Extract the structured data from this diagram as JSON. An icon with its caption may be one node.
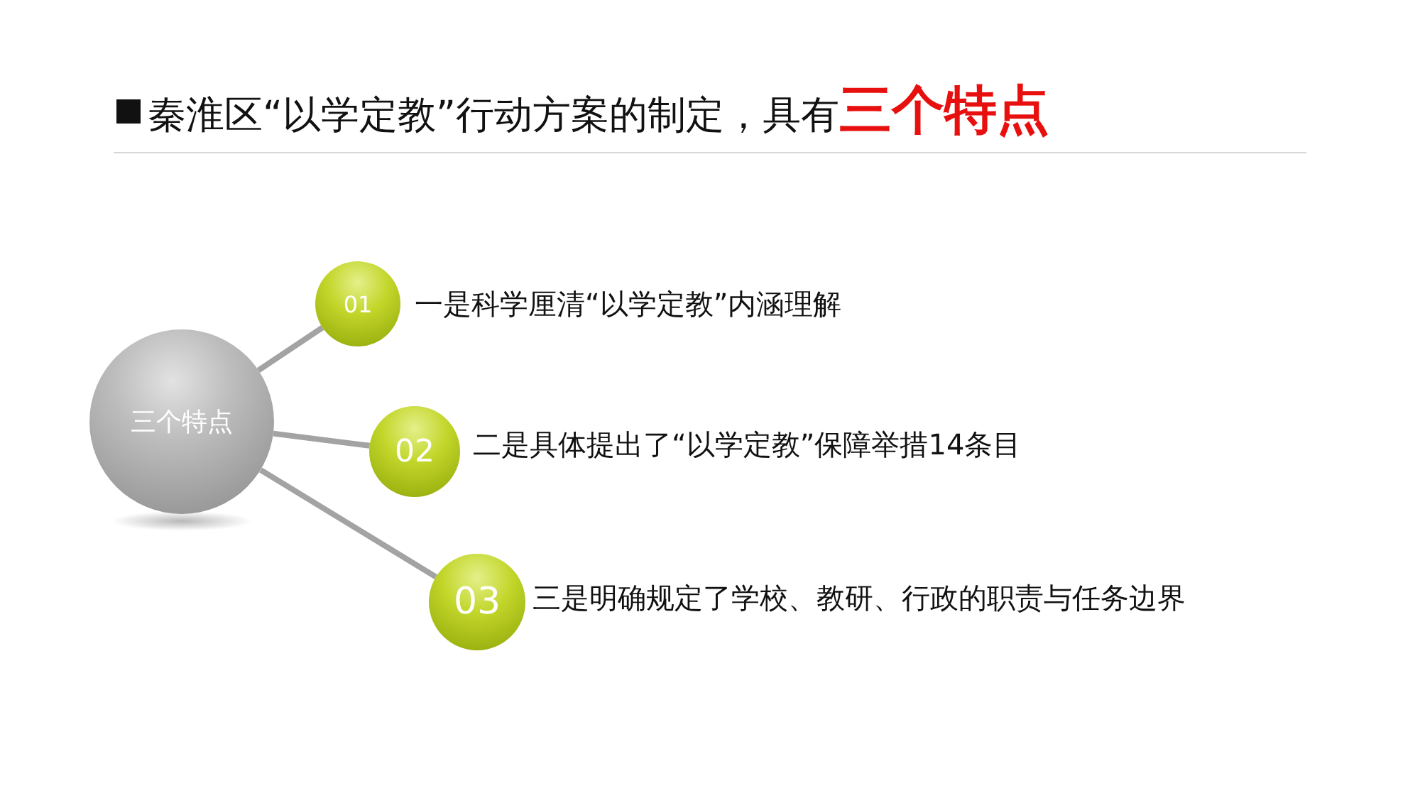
{
  "diagram": {
    "title": "秦淮区“以学定教”行动方案的制定，具有**三个特点**",
    "nodes": [
      {
        "text": [
          "三个特点"
        ]
      },
      {
        "text": [
          "01"
        ],
        "beside": [
          "一是科学厘清“以学定教”内涵理解"
        ]
      },
      {
        "text": [
          "02"
        ],
        "beside": [
          "二是具体提出了“以学定教”保障举措14条目"
        ]
      },
      {
        "text": [
          "03"
        ],
        "beside": [
          "三是明确规定了学校、教研、行政的职责与任务边界"
        ]
      }
    ],
    "edges": [
      {
        "from": 0,
        "to": 1,
        "arrow": "none"
      },
      {
        "from": 0,
        "to": 2,
        "arrow": "none"
      },
      {
        "from": 0,
        "to": 3,
        "arrow": "none"
      }
    ]
  }
}
